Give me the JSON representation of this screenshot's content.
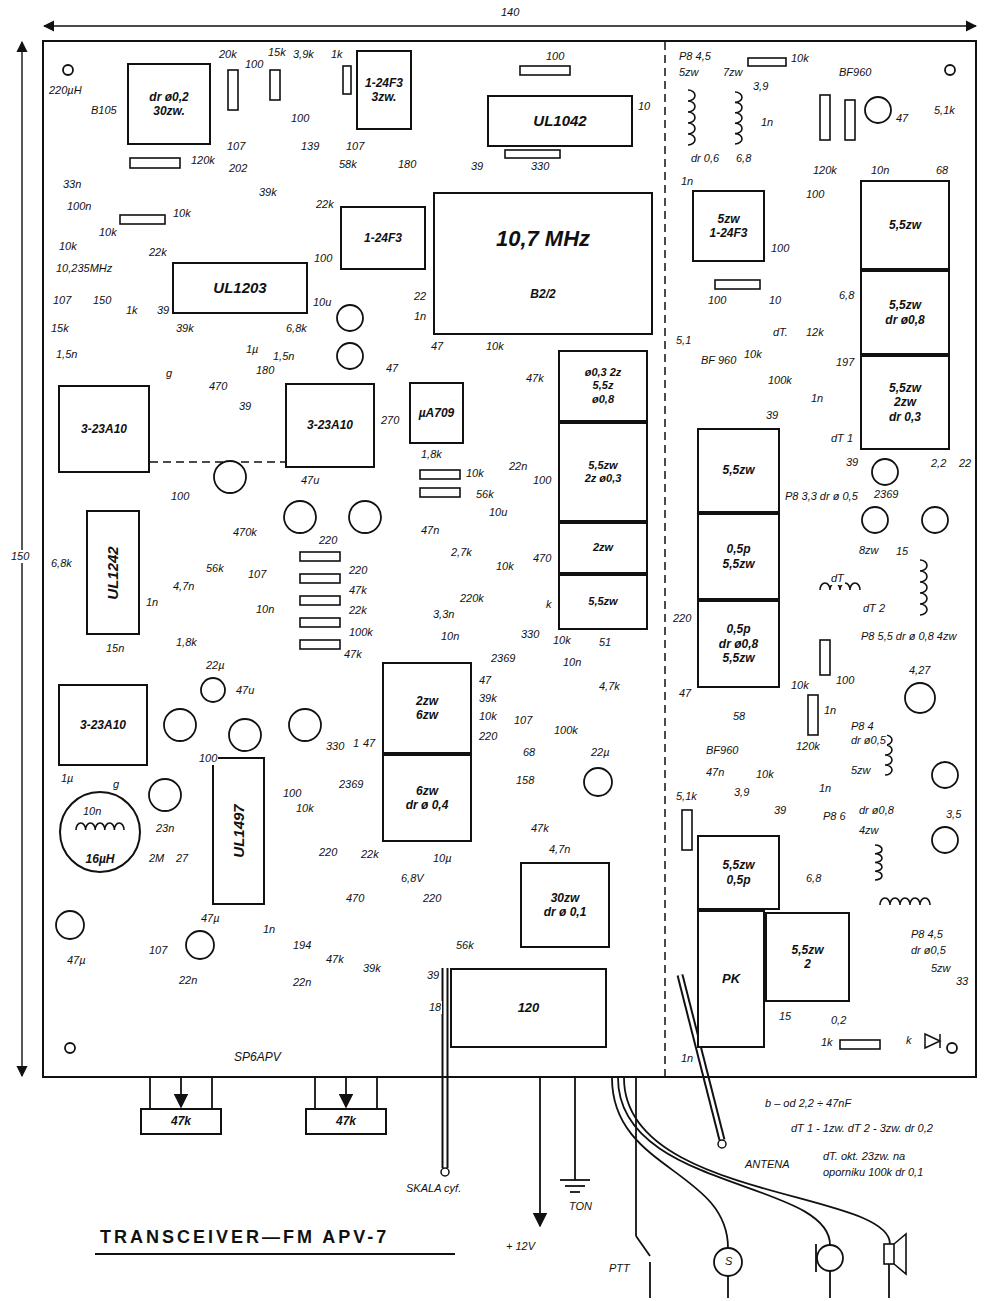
{
  "diagram": {
    "title": "TRANSCEIVER—FM APV-7",
    "nodes": [
      {
        "text": [
          "SP6APV"
        ]
      },
      {
        "text": [
          "dr ø0,2",
          "30zw."
        ],
        "in": 0
      },
      {
        "text": [
          "1-24F3",
          "3zw."
        ],
        "in": 0
      },
      {
        "text": [
          "UL1042"
        ],
        "in": 0
      },
      {
        "text": [
          "UL1203"
        ],
        "in": 0
      },
      {
        "text": [
          "1-24F3"
        ],
        "in": 0
      },
      {
        "text": [
          "10,7 MHz",
          "B2/2"
        ],
        "in": 0
      },
      {
        "text": [
          "3-23A10"
        ],
        "in": 0
      },
      {
        "text": [
          "3-23A10"
        ],
        "in": 0
      },
      {
        "text": [
          "µA709"
        ],
        "in": 0
      },
      {
        "text": [
          "ø0,3 2z",
          "5,5z",
          "ø0,8"
        ],
        "in": 0
      },
      {
        "text": [
          "5,5zw",
          "2z ø0,3"
        ],
        "in": 0
      },
      {
        "text": [
          "2zw"
        ],
        "in": 0
      },
      {
        "text": [
          "5,5zw"
        ],
        "in": 0
      },
      {
        "text": [
          "UL1242"
        ],
        "in": 0
      },
      {
        "text": [
          "3-23A10"
        ],
        "in": 0
      },
      {
        "text": [
          "UL1497"
        ],
        "in": 0
      },
      {
        "text": [
          "16µH"
        ],
        "in": 0
      },
      {
        "text": [
          "2zw",
          "6zw"
        ],
        "in": 0
      },
      {
        "text": [
          "6zw",
          "dr ø 0,4"
        ],
        "in": 0
      },
      {
        "text": [
          "30zw",
          "dr ø 0,1"
        ],
        "in": 0
      },
      {
        "text": [
          "120"
        ],
        "in": 0
      },
      {
        "text": [
          "5zw",
          "1-24F3"
        ],
        "in": 0
      },
      {
        "text": [
          "5,5zw"
        ],
        "in": 0
      },
      {
        "text": [
          "5,5zw",
          "dr ø0,8"
        ],
        "in": 0
      },
      {
        "text": [
          "5,5zw",
          "2zw",
          "dr 0,3"
        ],
        "in": 0
      },
      {
        "text": [
          "5,5zw"
        ],
        "in": 0
      },
      {
        "text": [
          "0,5p",
          "5,5zw"
        ],
        "in": 0
      },
      {
        "text": [
          "0,5p",
          "dr ø0,8",
          "5,5zw"
        ],
        "in": 0
      },
      {
        "text": [
          "5,5zw",
          "0,5p"
        ],
        "in": 0
      },
      {
        "text": [
          "PK"
        ],
        "in": 0
      },
      {
        "text": [
          "5,5zw",
          "2"
        ],
        "in": 0
      },
      {
        "text": [
          "47k"
        ]
      },
      {
        "text": [
          "47k"
        ]
      }
    ],
    "edges": [
      {
        "from": 0,
        "to": 32,
        "arrow": "to"
      },
      {
        "from": 0,
        "to": 33,
        "arrow": "to"
      }
    ],
    "labels": [
      "140",
      "150",
      "220µH",
      "B105",
      "10k",
      "120k",
      "33n",
      "100n",
      "10k",
      "10k",
      "22k",
      "10,235MHz",
      "107",
      "150",
      "1k",
      "39",
      "15k",
      "1,5n",
      "20k",
      "100",
      "15k",
      "3,9k",
      "1k",
      "107",
      "100",
      "139",
      "107",
      "100",
      "10",
      "330",
      "39",
      "202",
      "58k",
      "180",
      "39k",
      "22k",
      "100",
      "22",
      "1n",
      "10u",
      "39k",
      "6,8k",
      "1,5n",
      "1µ",
      "180",
      "470",
      "47",
      "47",
      "10k",
      "47k",
      "270",
      "39",
      "g",
      "1,8k",
      "10k",
      "56k",
      "22n",
      "10u",
      "100",
      "470",
      "47n",
      "2,7k",
      "10k",
      "220k",
      "3,3n",
      "10n",
      "k",
      "330",
      "2369",
      "47u",
      "100",
      "470k",
      "56k",
      "107",
      "4,7n",
      "1,8k",
      "1n",
      "10n",
      "22µ",
      "15n",
      "6,8k",
      "220",
      "220",
      "47k",
      "22k",
      "100k",
      "47k",
      "47u",
      "330",
      "100",
      "1µ",
      "g",
      "10n",
      "23n",
      "2M",
      "27",
      "47µ",
      "107",
      "22n",
      "47µ",
      "100",
      "10k",
      "220",
      "22k",
      "1",
      "47",
      "47",
      "39k",
      "10k",
      "220",
      "107",
      "68",
      "158",
      "22µ",
      "10k",
      "51",
      "220",
      "10n",
      "4,7k",
      "100k",
      "47k",
      "4,7n",
      "2369",
      "6,8V",
      "10µ",
      "220",
      "470",
      "1n",
      "194",
      "47k",
      "39k",
      "56k",
      "39",
      "18",
      "22n",
      "SKALA cyf.",
      "TON",
      "+ 12V",
      "PTT",
      "S",
      "ANTENA",
      "b – od 2,2 ÷ 47nF",
      "dT 1 - 1zw. dT 2 - 3zw. dr 0,2",
      "dT. okt. 23zw. na",
      "oporniku 100k dr 0,1",
      "P8 4,5",
      "5zw",
      "7zw",
      "dr 0,6",
      "6,8",
      "1n",
      "3,9",
      "1n",
      "10k",
      "BF960",
      "5,1k",
      "47",
      "120k",
      "10n",
      "68",
      "100",
      "100",
      "100",
      "10",
      "BF 960",
      "6,8",
      "12k",
      "dT.",
      "197",
      "10k",
      "100k",
      "39",
      "5,1",
      "1n",
      "39",
      "dT 1",
      "2,2",
      "22",
      "2369",
      "8zw",
      "P8 3,3 dr ø 0,5",
      "15",
      "dT",
      "dT 2",
      "P8 5,5 dr ø 0,8 4zw",
      "100",
      "4,27",
      "10k",
      "120k",
      "1n",
      "P8 4",
      "dr ø0,5",
      "5zw",
      "58",
      "47",
      "BF960",
      "47n",
      "10k",
      "5,1k",
      "3,9",
      "39",
      "1n",
      "P8 6",
      "dr ø0,8",
      "4zw",
      "3,5",
      "6,8",
      "P8 4,5",
      "dr ø0,5",
      "5zw",
      "33",
      "15",
      "0,2",
      "1k",
      "k",
      "1n"
    ]
  }
}
